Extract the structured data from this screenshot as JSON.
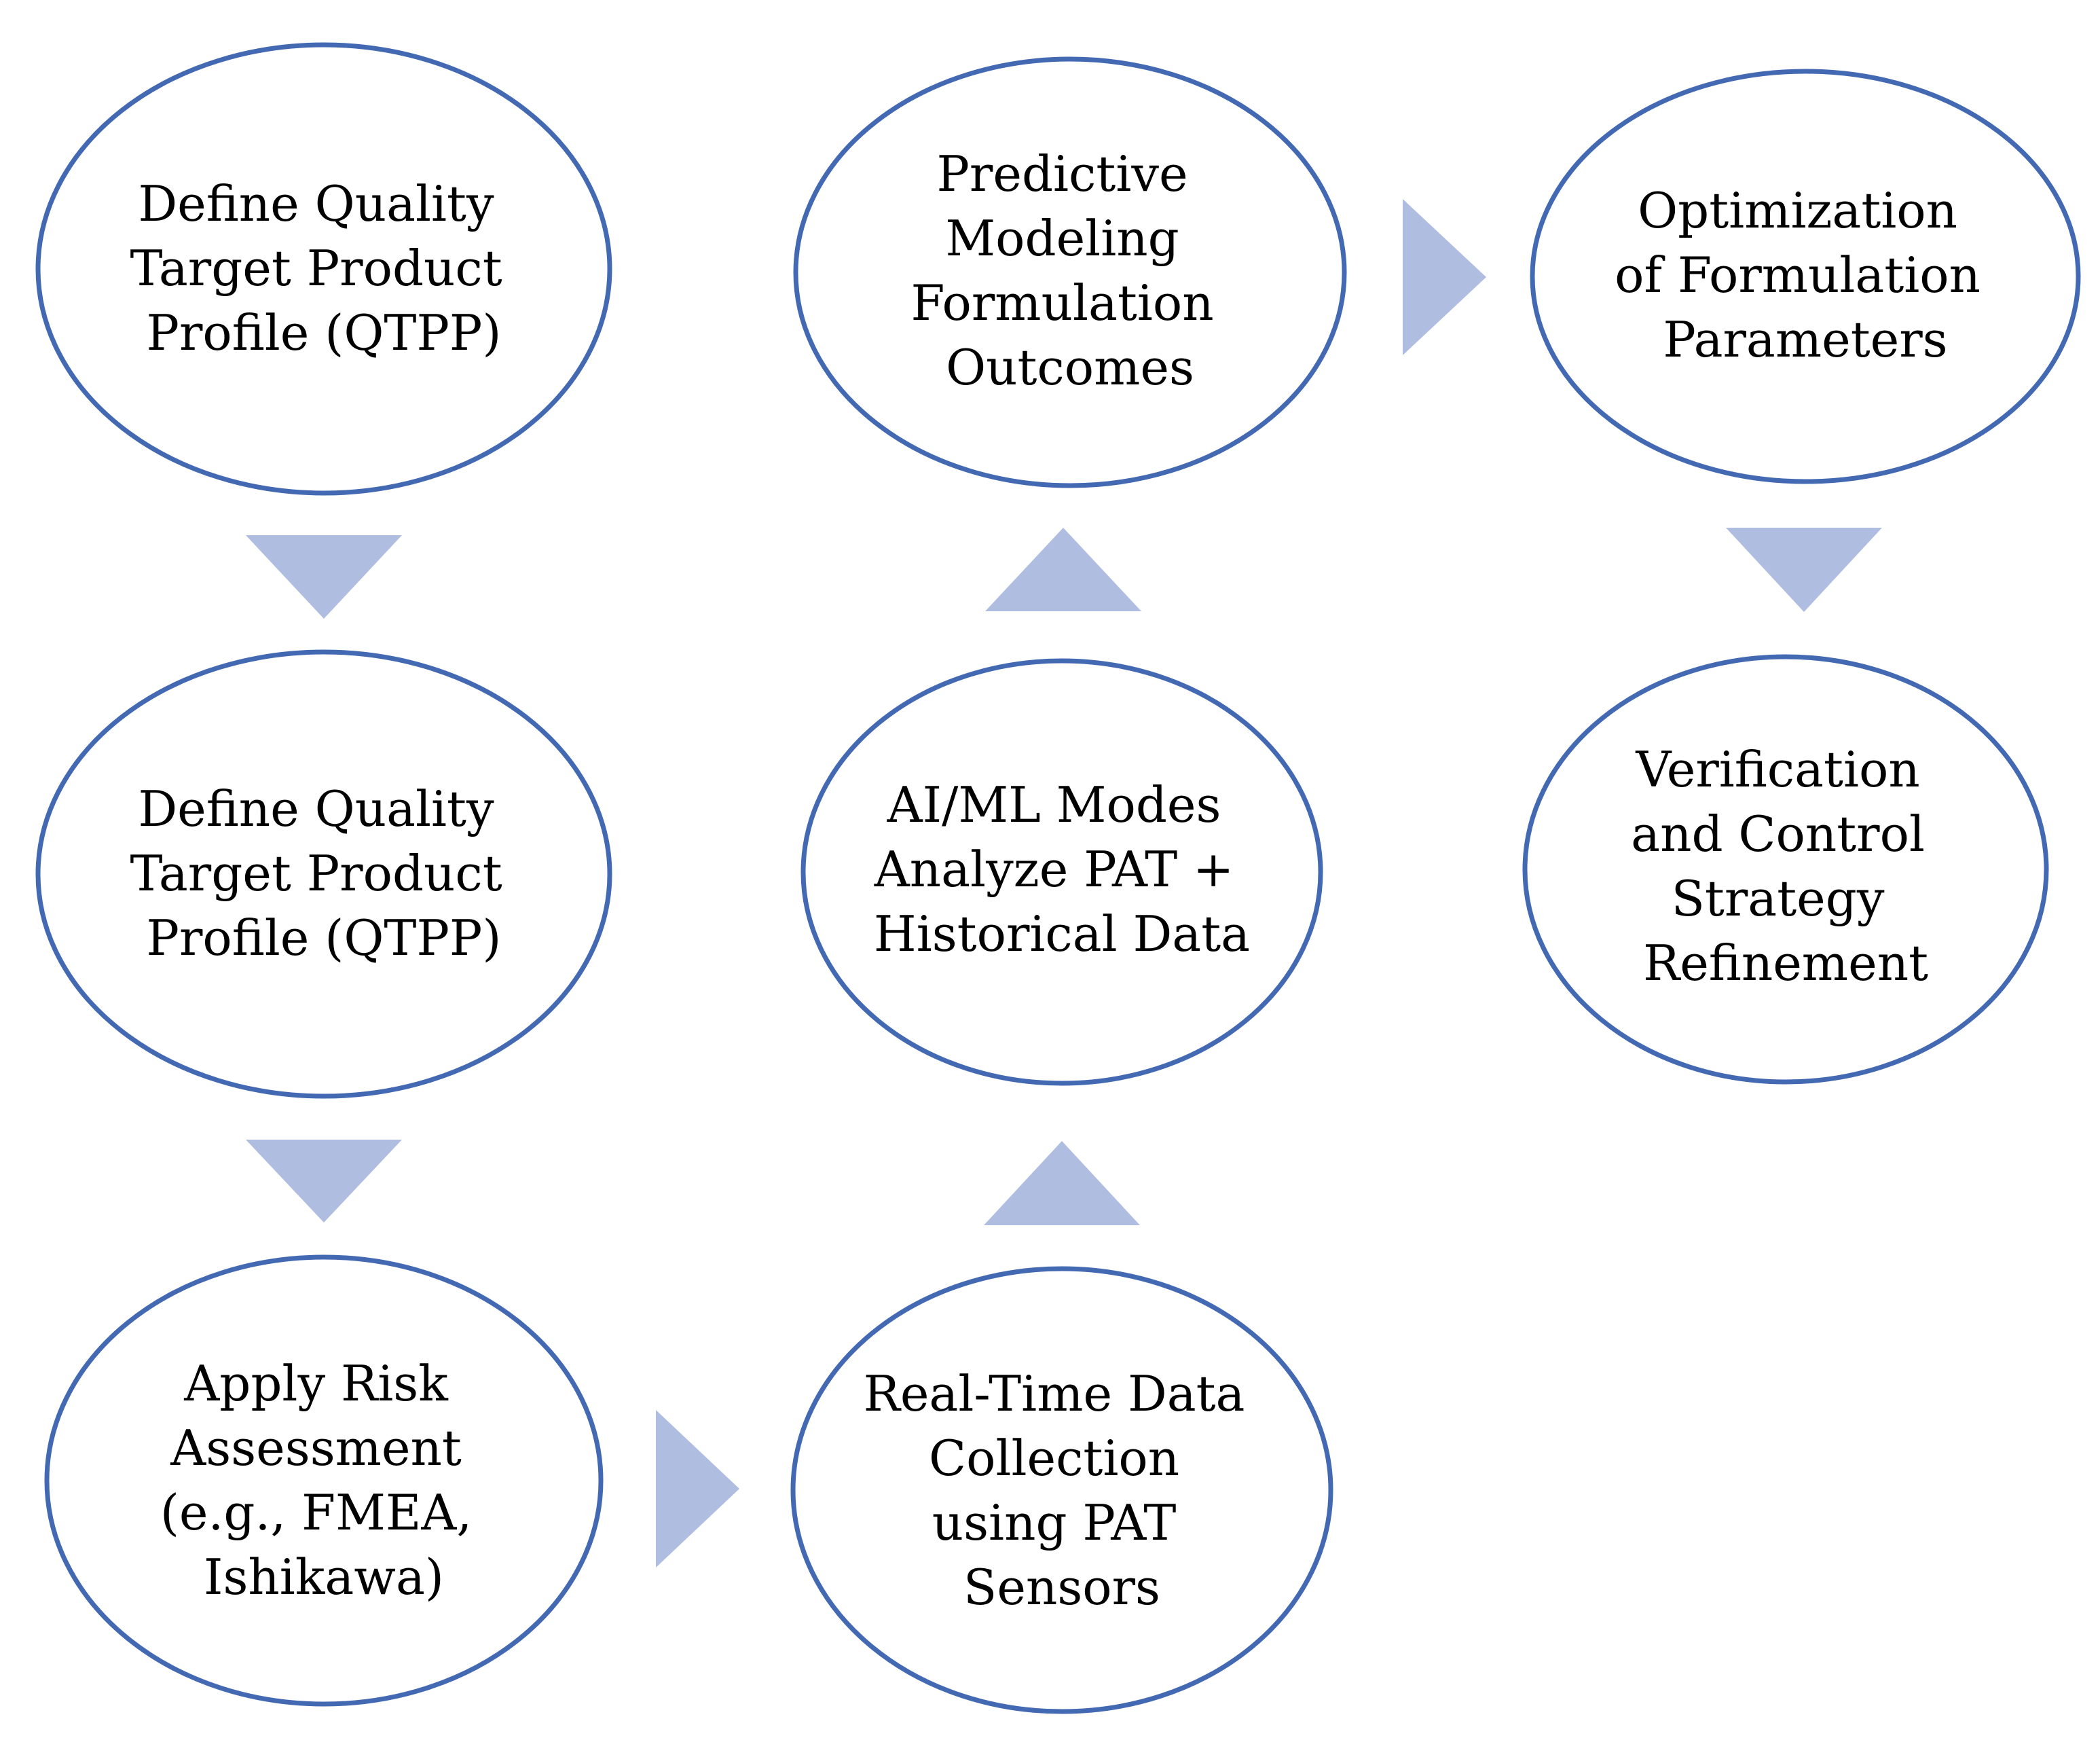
{
  "diagram": {
    "colors": {
      "node_outline": "#4469b3",
      "arrow_fill": "#afbde0",
      "text": "#000000",
      "background": "#ffffff"
    },
    "nodes": [
      {
        "id": "qtpp-1",
        "lines": [
          "Define Quality",
          "Target Product",
          "Profile (QTPP)"
        ]
      },
      {
        "id": "qtpp-2",
        "lines": [
          "Define Quality",
          "Target Product",
          "Profile (QTPP)"
        ]
      },
      {
        "id": "risk",
        "lines": [
          "Apply Risk",
          "Assessment",
          "(e.g., FMEA,",
          "Ishikawa)"
        ]
      },
      {
        "id": "realtime",
        "lines": [
          "Real-Time Data",
          "Collection",
          "using PAT",
          "Sensors"
        ]
      },
      {
        "id": "aiml",
        "lines": [
          "AI/ML Modes",
          "Analyze PAT +",
          "Historical Data"
        ]
      },
      {
        "id": "predictive",
        "lines": [
          "Predictive",
          "Modeling",
          "Formulation",
          "Outcomes"
        ]
      },
      {
        "id": "optimization",
        "lines": [
          "Optimization",
          "of Formulation",
          "Parameters"
        ]
      },
      {
        "id": "verification",
        "lines": [
          "Verification",
          "and Control",
          "Strategy",
          "Refinement"
        ]
      }
    ],
    "edges": [
      {
        "from": "qtpp-1",
        "to": "qtpp-2",
        "direction": "down"
      },
      {
        "from": "qtpp-2",
        "to": "risk",
        "direction": "down"
      },
      {
        "from": "risk",
        "to": "realtime",
        "direction": "right"
      },
      {
        "from": "realtime",
        "to": "aiml",
        "direction": "up"
      },
      {
        "from": "aiml",
        "to": "predictive",
        "direction": "up"
      },
      {
        "from": "predictive",
        "to": "optimization",
        "direction": "right"
      },
      {
        "from": "optimization",
        "to": "verification",
        "direction": "down"
      }
    ]
  }
}
